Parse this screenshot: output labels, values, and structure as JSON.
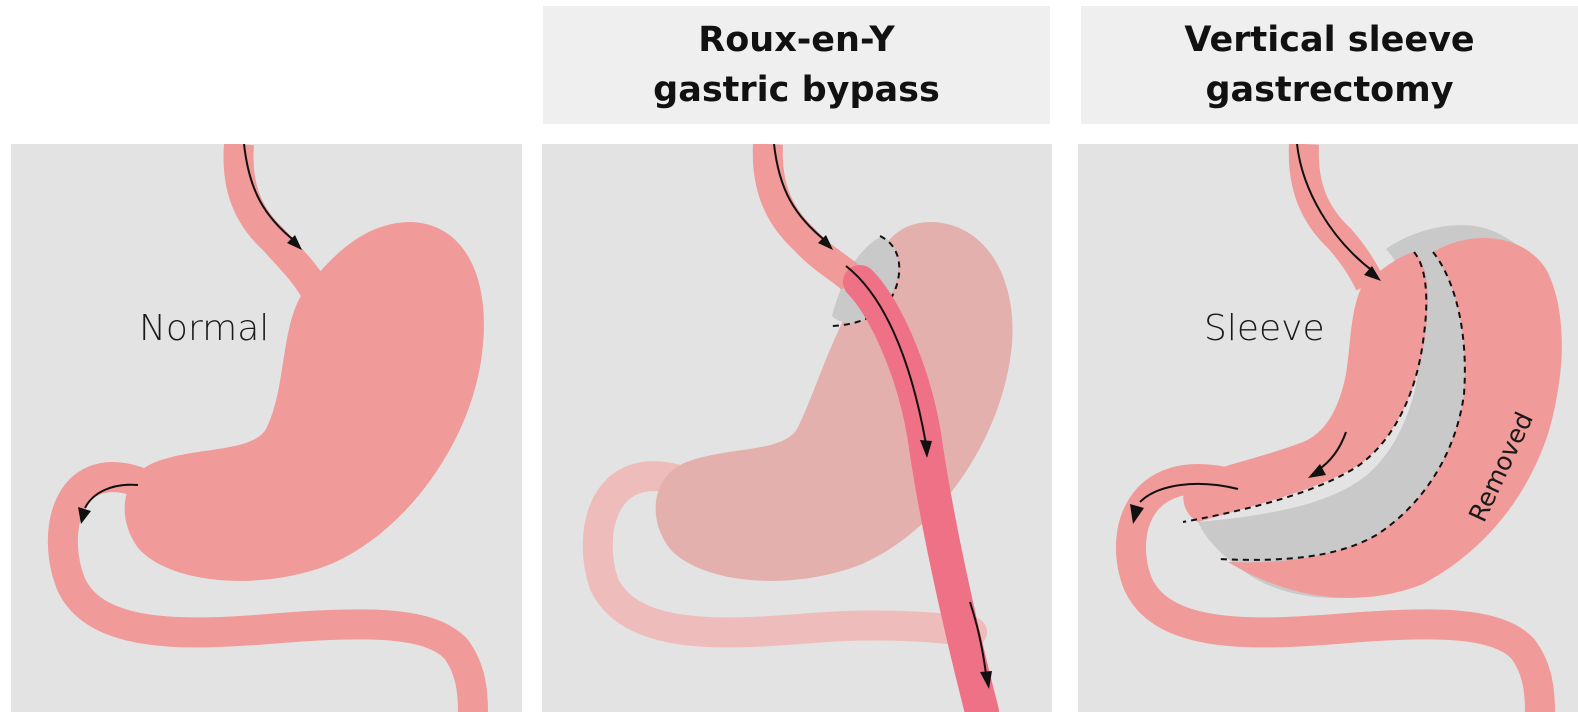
{
  "headers": [
    {
      "line1": "Roux-en-Y",
      "line2": "gastric bypass"
    },
    {
      "line1": "Vertical sleeve",
      "line2": "gastrectomy"
    }
  ],
  "labels": {
    "normal": "Normal",
    "sleeve": "Sleeve",
    "removed": "Removed"
  },
  "colors": {
    "header_bg": "#efefef",
    "panel_bg": "#e3e3e3",
    "tissue": "#f09a99",
    "tissue_faded": "#e3b0ad",
    "intestine_faded": "#eebcba",
    "bypass_limb": "#ee7185",
    "removed_gray": "#c9c9c9",
    "arrow": "#111111"
  }
}
